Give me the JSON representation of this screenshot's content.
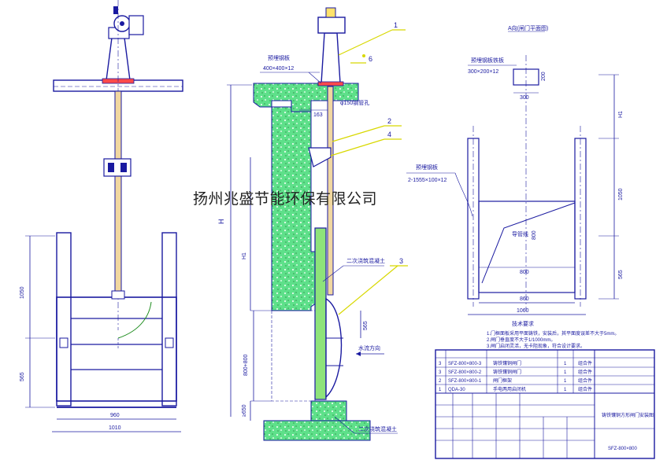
{
  "watermark": "扬州兆盛节能环保有限公司",
  "left_view": {
    "dims": {
      "height_upper": "1050",
      "height_lower": "565",
      "width_inner": "960",
      "width_outer": "1010"
    }
  },
  "section_view": {
    "balloons": [
      "1",
      "2",
      "3",
      "4",
      "6"
    ],
    "labels": {
      "plate_top": "预埋钢板",
      "plate_top_size": "400×400×12",
      "pipe": "φ150钢管孔",
      "dim_163": "163",
      "dim_H": "H",
      "dim_H1": "H1",
      "concrete1": "二次浇筑混凝土",
      "dim_565": "565",
      "water_dir": "水流方向",
      "dim_bottom": "800+800",
      "dim_650": "≥650",
      "concrete2": "二次浇筑混凝土"
    }
  },
  "right_view": {
    "title": "A向(闸门平面图)",
    "plate_label": "预埋钢板铁板",
    "plate_size": "300×200×12",
    "dim_300": "300",
    "dim_200": "200",
    "dim_H1": "H1",
    "dim_1050": "1050",
    "embed_label": "预埋钢板",
    "embed_size": "2-1555×100×12",
    "guide_label": "导管线",
    "dim_800v": "800",
    "dim_800h": "800",
    "dim_565": "565",
    "dim_860": "860",
    "dim_1060": "1060"
  },
  "notes": {
    "title": "技术要求",
    "lines": [
      "1.门框面板采用平面铸铁，安装后，其平面度误差不大于5mm。",
      "2.闸门垂直度不大于1/1000mm。",
      "3.闸门启闭灵活，无卡阻现象，符合设计要求。"
    ]
  },
  "title_block": {
    "rows": [
      {
        "no": "3",
        "code": "SFZ-800×800-3",
        "name": "铸铁镶铜闸门",
        "qty": "1",
        "note": "组合件"
      },
      {
        "no": "3",
        "code": "SFZ-800×800-2",
        "name": "铸铁镶铜闸门",
        "qty": "1",
        "note": "组合件"
      },
      {
        "no": "2",
        "code": "SFZ-800×800-1",
        "name": "闸门框架",
        "qty": "1",
        "note": "组合件"
      },
      {
        "no": "1",
        "code": "QDA-30",
        "name": "手电两用启闭机",
        "qty": "1",
        "note": "组合件"
      }
    ],
    "drawing_title": "铸铁镶铜方形闸门安装图",
    "drawing_code": "SFZ-800×800"
  }
}
